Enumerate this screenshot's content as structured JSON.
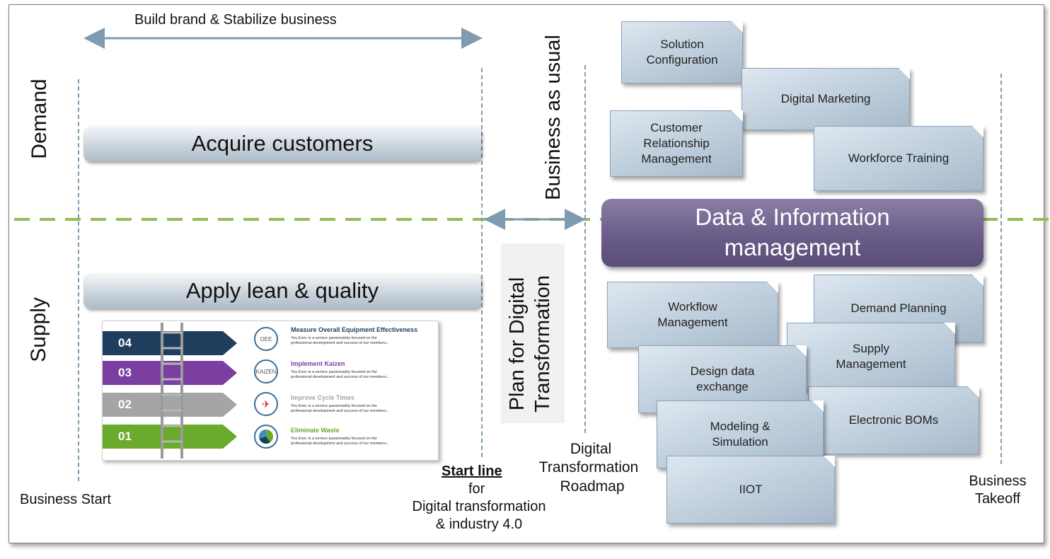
{
  "top_span_label": "Build brand & Stabilize business",
  "lanes": {
    "demand": "Demand",
    "supply": "Supply"
  },
  "phase_bars": {
    "demand": "Acquire customers",
    "supply": "Apply lean & quality"
  },
  "vertical_labels": {
    "business_as_usual": "Business as usual",
    "plan_line1": "Plan for Digital",
    "plan_line2": "Transformation"
  },
  "start_line": {
    "heading": "Start line",
    "line2": "for",
    "line3": "Digital transformation",
    "line4": "& industry 4.0"
  },
  "roadmap_label": {
    "line1": "Digital",
    "line2": "Transformation",
    "line3": "Roadmap"
  },
  "business_start": "Business Start",
  "business_takeoff": {
    "line1": "Business",
    "line2": "Takeoff"
  },
  "central_box": {
    "line1": "Data & Information",
    "line2": "management"
  },
  "demand_tiles": [
    "Solution\nConfiguration",
    "Digital Marketing",
    "Customer\nRelationship\nManagement",
    "Workforce Training"
  ],
  "supply_tiles": [
    "Workflow\nManagement",
    "Demand Planning",
    "Supply\nManagement",
    "Design data\nexchange",
    "Electronic BOMs",
    "Modeling &\nSimulation",
    "IIOT"
  ],
  "infographic": {
    "steps": [
      "04",
      "03",
      "02",
      "01"
    ],
    "icons": [
      "OEE",
      "KAIZEN",
      "",
      ""
    ],
    "items": [
      {
        "title": "Measure Overall Equipment Effectiveness",
        "color": "#1f3e5e",
        "body": "You Exec is a service passionately focused on the professional development and success of our members..."
      },
      {
        "title": "Implement Kaizen",
        "color": "#7b3fa2",
        "body": "You Exec is a service passionately focused on the professional development and success of our members..."
      },
      {
        "title": "Improve Cycle Times",
        "color": "#a5a5a5",
        "body": "You Exec is a service passionately focused on the professional development and success of our members..."
      },
      {
        "title": "Eliminate Waste",
        "color": "#6aaa2c",
        "body": "You Exec is a service passionately focused on the professional development and success of our members..."
      }
    ]
  },
  "colors": {
    "divider": "#8fbd56",
    "arrow": "#7f9bb2",
    "central_box": "#6a5c88"
  }
}
